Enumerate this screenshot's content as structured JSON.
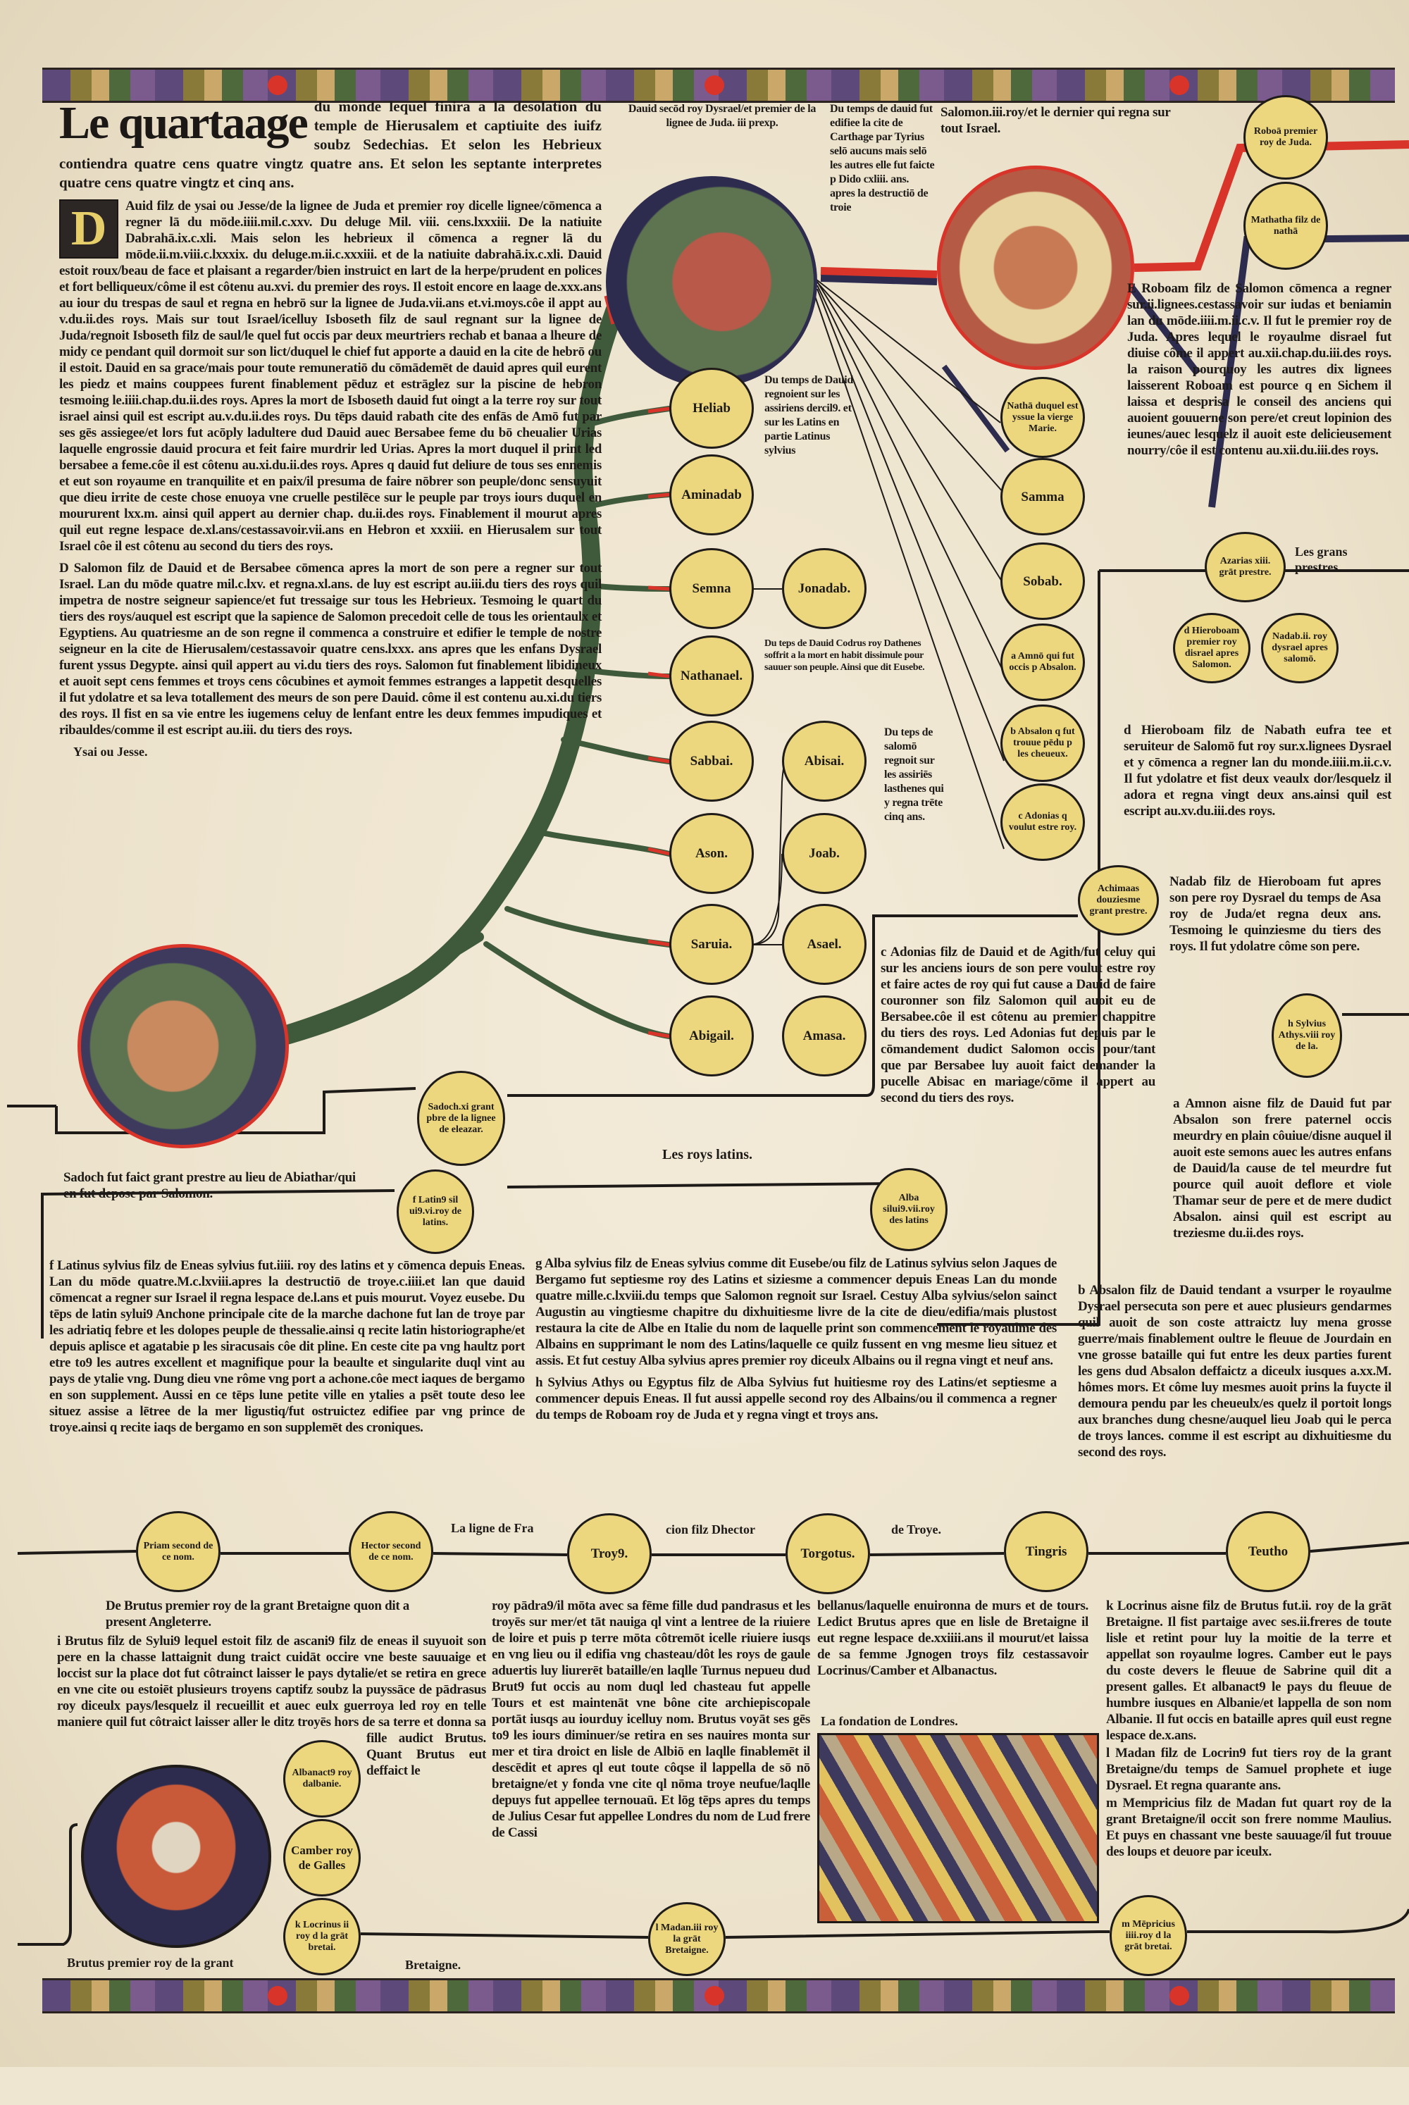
{
  "header": {
    "title": "Le quartaage",
    "title_rest": "du monde lequel finira a la desolation du temple de Hierusalem et captiuite des iuifz soubz Sedechias. Et selon les Hebrieux contiendra quatre cens quatre vingtz quatre ans. Et selon les septante interpretes quatre cens quatre vingtz et cinq ans."
  },
  "captions": {
    "david": "Dauid secōd roy Dysrael/et premier de la lignee de Juda. iii prexp.",
    "carthage": "Du temps de dauid fut edifiee la cite de Carthage par Tyrius selō aucuns mais selō les autres elle fut faicte p Dido cxliii. ans. apres la destructiō de troie",
    "salomon": "Salomon.iii.roy/et le dernier qui regna sur tout Israel.",
    "assiriens": "Du temps de Dauid regnoient sur les assiriens dercil9. et sur les Latins en partie Latinus sylvius",
    "codrus": "Du teps de Dauid Codrus roy Dathenes soffrit a la mort en habit dissimule pour sauuer son peuple. Ainsi que dit Eusebe.",
    "lasthenes": "Du teps de salomō regnoit sur les assiriēs lasthenes qui y regna trēte cinq ans.",
    "grans_prestres": "Les grans prestres.",
    "roys_latins": "Les roys latins.",
    "ligne_france_1": "La ligne de Fra",
    "ligne_france_2": "cion filz Dhector",
    "ligne_france_3": "de Troye.",
    "jesse": "Ysai ou Jesse.",
    "sadoch": "Sadoch fut faict grant prestre au lieu de Abiathar/qui en fut depose par Salomon.",
    "londres": "La fondation de Londres.",
    "brutus_1": "Brutus premier roy de la grant",
    "brutus_2": "Bretaigne."
  },
  "paragraphs": {
    "david": "Auid filz de ysai ou Jesse/de la lignee de Juda et premier roy dicelle lignee/cōmenca a regner lā du mōde.iiii.mil.c.xxv. Du deluge Mil. viii. cens.lxxxiii. De la natiuite Dabrahā.ix.c.xli. Mais selon les hebrieux il cōmenca a regner lā du mōde.ii.m.viii.c.lxxxix. du deluge.m.ii.c.xxxiii. et de la natiuite dabrahā.ix.c.xli. Dauid estoit roux/beau de face et plaisant a regarder/bien instruict en lart de la herpe/prudent en polices et fort belliqueux/côme il est côtenu au.xvi. du premier des roys. Il estoit encore en laage de.xxx.ans au iour du trespas de saul et regna en hebrō sur la lignee de Juda.vii.ans et.vi.moys.côe il appt au v.du.ii.des roys. Mais sur tout Israel/icelluy Isboseth filz de saul regnant sur la lignee de Juda/regnoit Isboseth filz de saul/le quel fut occis par deux meurtriers rechab et banaa a lheure de midy ce pendant quil dormoit sur son lict/duquel le chief fut apporte a dauid en la cite de hebrō ou il estoit. Dauid en sa grace/mais pour toute remuneratiō du cōmādemēt de dauid apres quil eurent les piedz et mains couppees furent finablement pēduz et estrāglez sur la piscine de hebron tesmoing le.iiii.chap.du.ii.des roys. Apres la mort de Isboseth dauid fut oingt a la terre roy sur tout israel ainsi quil est escript au.v.du.ii.des roys. Du tēps dauid rabath cite des enfās de Amō fut par ses gēs assiegee/et lors fut acōply ladultere dud Dauid auec Bersabee feme du bō cheualier Urias laquelle engrossie dauid procura et feit faire murdrir led Urias. Apres la mort duquel il print led bersabee a feme.côe il est côtenu au.xi.du.ii.des roys. Apres q dauid fut deliure de tous ses ennemis et eut son royaume en tranquilite et en paix/il presuma de faire nōbrer son peuple/donc sensuyuit que dieu irrite de ceste chose enuoya vne cruelle pestilēce sur le peuple par troys iours duquel en moururent lxx.m. ainsi quil appert au dernier chap. du.ii.des roys. Finablement il mourut apres quil eut regne lespace de.xl.ans/cestassavoir.vii.ans en Hebron et xxxiii. en Hierusalem sur tout Israel côe il est côtenu au second du tiers des roys.",
    "salomon_left": "D  Salomon filz de Dauid et de Bersabee cōmenca apres la mort de son pere a regner sur tout Israel. Lan du mōde quatre mil.c.lxv. et regna.xl.ans. de luy est escript au.iii.du tiers des roys quil impetra de nostre seigneur sapience/et fut tressaige sur tous les Hebrieux. Tesmoing le quart du tiers des roys/auquel est escript que la sapience de Salomon precedoit celle de tous les orientaulx et Egyptiens. Au quatriesme an de son regne il commenca a construire et edifier le temple de nostre seigneur en la cite de Hierusalem/cestassavoir quatre cens.lxxx. ans apres que les enfans Dysrael furent yssus Degypte. ainsi quil appert au vi.du tiers des roys. Salomon fut finablement libidineux et auoit sept cens femmes et troys cens côcubines et aymoit femmes estranges a lappetit desquelles il fut ydolatre et sa leva totallement des meurs de son pere Dauid. côme il est contenu au.xi.du tiers des roys. Il fist en sa vie entre les iugemens celuy de lenfant entre les deux femmes impudiques et ribauldes/comme il est escript au.iii. du tiers des roys.",
    "roboam": "E  Roboam filz de Salomon cōmenca a regner sur.ii.lignees.cestassavoir sur iudas et beniamin lan du mōde.iiii.m.ii.c.v. Il fut le premier roy de Juda. Apres lequel le royaulme disrael fut diuise côme il appert au.xii.chap.du.iii.des roys. la raison pourquoy les autres dix lignees laisserent Roboam est pource q en Sichem il laissa et desprisa le conseil des anciens qui auoient gouuerne son pere/et creut lopinion des ieunes/auec lesquelz il auoit este delicieusement nourry/côe il est contenu au.xii.du.iii.des roys.",
    "hieroboam": "d  Hieroboam filz de Nabath eufra tee et seruiteur de Salomō fut roy sur.x.lignees Dysrael et y cōmenca a regner lan du monde.iiii.m.ii.c.v. Il fut ydolatre et fist deux veaulx dor/lesquelz il adora et regna vingt deux ans.ainsi quil est escript au.xv.du.iii.des roys.",
    "nadab": "Nadab filz de Hieroboam fut apres son pere roy Dysrael du temps de Asa roy de Juda/et regna deux ans. Tesmoing le quinziesme du tiers des roys. Il fut ydolatre côme son pere.",
    "adonias": "c  Adonias filz de Dauid et de Agith/fut celuy qui sur les anciens iours de son pere voulut estre roy et faire actes de roy qui fut cause a Dauid de faire couronner son filz Salomon quil auoit eu de Bersabee.côe il est côtenu au premier chappitre du tiers des roys. Led Adonias fut depuis par le cōmandement dudict Salomon occis pour/tant que par Bersabee luy auoit faict demander la pucelle Abisac en mariage/cōme il appert au second du tiers des roys.",
    "amnon": "a  Amnon aisne filz de Dauid fut par Absalon son frere paternel occis meurdry en plain côuiue/disne auquel il auoit este semons auec les autres enfans de Dauid/la cause de tel meurdre fut pource quil auoit deflore et viole Thamar seur de pere et de mere dudict Absalon. ainsi quil est escript au treziesme du.ii.des roys.",
    "absalon": "b  Absalon filz de Dauid tendant a vsurper le royaulme Dysrael persecuta son pere et auec plusieurs gendarmes quil auoit de son coste attraictz luy mena grosse guerre/mais finablement oultre le fleuue de Jourdain en vne grosse bataille qui fut entre les deux parties furent les gens dud Absalon deffaictz a diceulx iusques a.xx.M. hômes mors. Et côme luy mesmes auoit prins la fuycte il demoura pendu par les cheueulx/es quelz il portoit longs aux branches dung chesne/auquel lieu Joab qui le perca de troys lances. comme il est escript au dixhuitiesme du second des roys.",
    "latinus": "f  Latinus sylvius filz de Eneas sylvius fut.iiii. roy des latins et y cōmenca depuis Eneas. Lan du mōde quatre.M.c.lxviii.apres la destructiō de troye.c.iiii.et lan que dauid cōmencat a regner sur Israel il regna lespace de.l.ans et puis mourut. Voyez eusebe. Du tēps de latin sylui9 Anchone principale cite de la marche dachone fut lan de troye par les adriatiq febre et les dolopes peuple de thessalie.ainsi q recite latin historiographe/et depuis aplisce et agatabie p les siracusais côe dit pline. En ceste cite pa vng haultz port etre to9 les autres excellent et magnifique pour la beaulte et singularite duql vint au pays de ytalie vng. Dung dieu vne rôme vng port a achone.côe mect iaques de bergamo en son supplement. Aussi en ce tēps lune petite ville en ytalies a psēt toute deso lee situez assise a lētree de la mer ligustiq/fut ostruictez edifiee par vng prince de troye.ainsi q recite iaqs de bergamo en son supplemēt des croniques.",
    "alba": "g  Alba sylvius filz de Eneas sylvius comme dit Eusebe/ou filz de Latinus sylvius selon Jaques de Bergamo fut septiesme roy des Latins et siziesme a commencer depuis Eneas Lan du monde quatre mille.c.lxviii.du temps que Salomon regnoit sur Israel. Cestuy Alba sylvius/selon sainct Augustin au vingtiesme chapitre du dixhuitiesme livre de la cite de dieu/edifia/mais plustost restaura la cite de Albe en Italie du nom de laquelle print son commencement le royaulme des Albains en supprimant le nom des Latins/laquelle ce quilz fussent en vng mesme lieu situez et assis. Et fut cestuy Alba sylvius apres premier roy diceulx Albains ou il regna vingt et neuf ans.",
    "sylvius_athys": "h  Sylvius Athys ou Egyptus filz de Alba Sylvius fut huitiesme roy des Latins/et septiesme a commencer depuis Eneas. Il fut aussi appelle second roy des Albains/ou il commenca a regner du temps de Roboam roy de Juda et y regna vingt et troys ans.",
    "brutus_head": "De Brutus premier roy de la grant Bretaigne quon dit a present Angleterre.",
    "brutus": "i  Brutus filz de Sylui9 lequel estoit filz de ascani9 filz de eneas il suyuoit son pere en la chasse lattaignit dung traict cuidāt occire vne beste sauuaige et loccist sur la place dot fut côtrainct laisser le pays dytalie/et se retira en grece en vne cite ou estoiēt plusieurs troyens captifz soubz la puyssāce de pādrasus roy diceulx pays/lesquelz il recueillit et auec eulx guerroya led roy en telle maniere quil fut côtraict laisser aller le ditz troyēs hors de sa terre et donna sa fille audict Brutus. Quant Brutus eut deffaict le",
    "brutus_mid": "roy pādra9/il mōta avec sa fēme fille dud pandrasus et les troyēs sur mer/et tāt nauiga ql vint a lentree de la riuiere de loire et puis p terre mōta côtremōt icelle riuiere iusqs en vng lieu ou il edifia vng chasteau/dôt les roys de gaule aduertis luy liurerēt bataille/en laqlle Turnus nepueu dud Brut9 fut occis au nom duql led chasteau fut appelle Tours et est maintenāt vne bône cite archiepiscopale portāt iusqs au iourduy icelluy nom. Brutus voyāt ses gēs to9 les iours diminuer/se retira en ses nauires monta sur mer et tira droict en lisle de Albiō en laqlle finablemēt il descēdit et apres ql eut toute côqse il lappella de sō nō bretaigne/et y fonda vne cite ql nōma troye neufue/laqlle depuys fut appellee ternouaū. Et lōg tēps apres du temps de Julius Cesar fut appellee Londres du nom de Lud frere de Cassi",
    "brutus_right": "bellanus/laquelle enuironna de murs et de tours. Ledict Brutus apres que en lisle de Bretaigne il eut regne lespace de.xxiiii.ans il mourut/et laissa de sa femme Jgnogen troys filz cestassavoir Locrinus/Camber et Albanactus.",
    "locrinus": "k  Locrinus aisne filz de Brutus fut.ii. roy de la grāt Bretaigne. Il fist partaige avec ses.ii.freres de toute lisle et retint pour luy la moitie de la terre et appellat son royaulme logres. Camber eut le pays du coste devers le fleuue de Sabrine quil dit a present galles. Et albanact9 le pays du fleuue de humbre iusques en Albanie/et lappella de son nom Albanie. Il fut occis en bataille apres quil eust regne lespace de.x.ans.",
    "madan": "l  Madan filz de Locrin9 fut tiers roy de la grant Bretaigne/du temps de Samuel prophete et iuge Dysrael. Et regna quarante ans.",
    "mempricius": "m  Mempricius filz de Madan fut quart roy de la grant Bretaigne/il occit son frere nomme Maulius. Et puys en chassant vne beste sauuage/il fut trouue des loups et deuore par iceulx."
  },
  "circles": {
    "eliab": "Heliab",
    "aminadab": "Aminadab",
    "semna": "Semna",
    "nathanael": "Nathanael.",
    "sabbai": "Sabbai.",
    "ason": "Ason.",
    "saruia": "Saruia.",
    "abigail": "Abigail.",
    "jonadab": "Jonadab.",
    "abisai": "Abisai.",
    "joab": "Joab.",
    "asael": "Asael.",
    "amasa": "Amasa.",
    "nathan": "Nathā duquel est yssue la vierge Marie.",
    "samma": "Samma",
    "sobab": "Sobab.",
    "amnon": "a Amnō qui fut occis p Absalon.",
    "absalon": "b Absalon q fut trouue pēdu p les cheueux.",
    "adonias": "c Adonias q voulut estre roy.",
    "roboam": "Roboā premier roy de Juda.",
    "nathatha": "Mathatha filz de nathā",
    "achimaas": "Achimaas douziesme grant prestre.",
    "azarias": "Azarias xiii. grāt prestre.",
    "hieroboam": "d Hieroboam premier roy disrael apres Salomon.",
    "nadab": "Nadab.ii. roy dysrael apres salomō.",
    "sylvius_athys": "h Sylvius Athys.viii roy de la.",
    "sadoch": "Sadoch.xi grant pbre de la lignee de eleazar.",
    "latinus": "f Latin9 sil ui9.vi.roy de latins.",
    "alba": "Alba silui9.vii.roy des latins",
    "priam": "Priam second de ce nom.",
    "hector": "Hector second de ce nom.",
    "troy": "Troy9.",
    "torgotus": "Torgotus.",
    "tingris": "Tingris",
    "teutho": "Teutho",
    "albanact": "Albanact9 roy dalbanie.",
    "camber": "Camber roy de Galles",
    "locrinus": "k Locrinus ii roy d la grāt bretai.",
    "madan": "l Madan.iii roy la grāt Bretaigne.",
    "mempricius": "m Mēpricius iiii.roy d la grāt bretai."
  },
  "colors": {
    "red": "#d8342a",
    "navy": "#2e2c4e",
    "yellow": "#ecd77e",
    "tree": "#3f5a3a"
  }
}
